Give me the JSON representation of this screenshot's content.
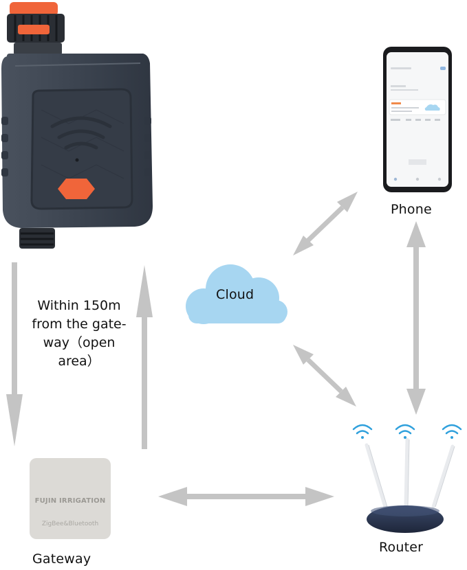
{
  "nodes": {
    "phone": {
      "label": "Phone"
    },
    "cloud": {
      "label": "Cloud"
    },
    "router": {
      "label": "Router"
    },
    "gateway": {
      "label": "Gateway",
      "brand": "FUJIN IRRIGATION",
      "subtitle": "ZigBee&Bluetooth"
    }
  },
  "range_note": {
    "lines": [
      "Within 150m",
      "from the gate-",
      "way（open",
      "area）"
    ]
  },
  "colors": {
    "arrow": "#c4c4c4",
    "cloud": "#a7d6f1",
    "valve_body": "#3e4652",
    "valve_accent": "#f0653a",
    "gateway_box": "#dcdad6",
    "router_base": "#2f3a52",
    "wifi": "#2fa0dc"
  }
}
